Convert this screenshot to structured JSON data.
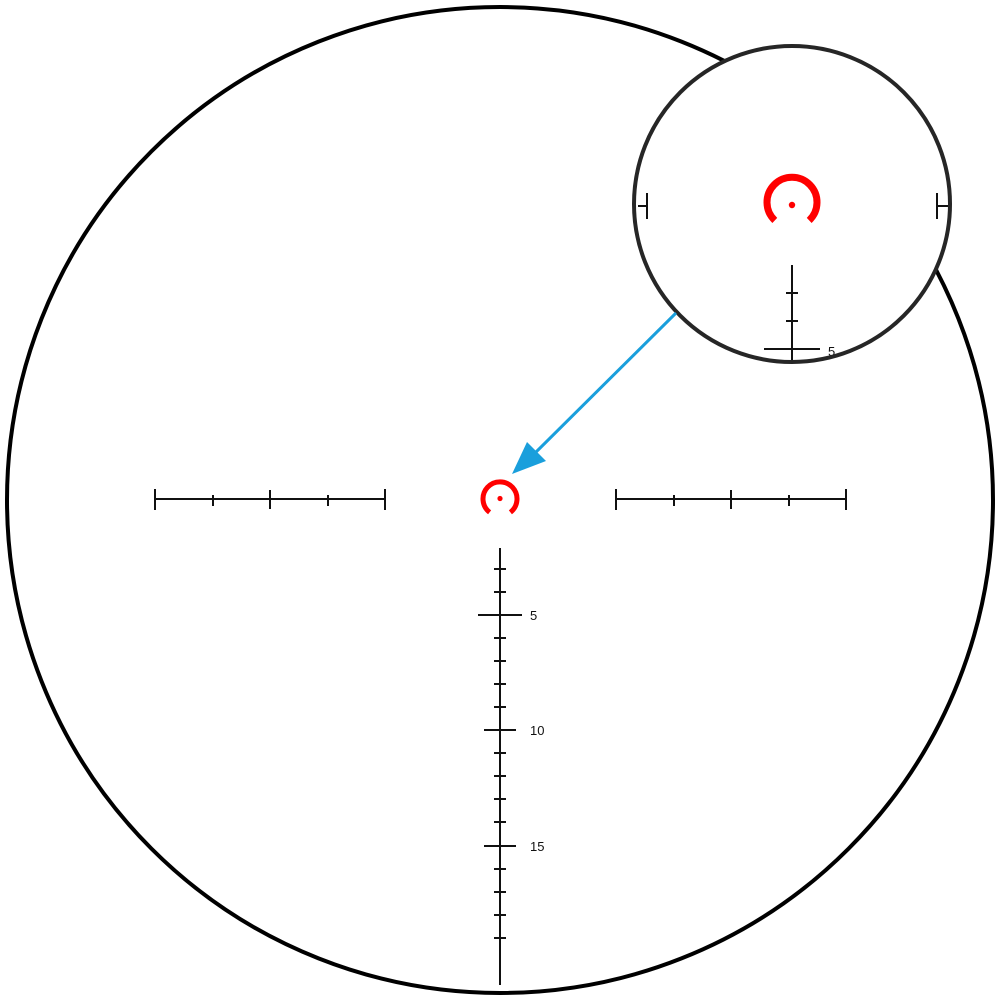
{
  "colors": {
    "outline": "#000000",
    "reticle": "#111111",
    "aim_point": "#ff0000",
    "pointer_arrow": "#1a9fdc",
    "inset_outline": "#262626",
    "background": "#ffffff"
  },
  "icons": {
    "aim_point": "circle-with-center-dot-icon",
    "pointer": "arrow-icon"
  },
  "main_reticle": {
    "stadia_labels": [
      "5",
      "10",
      "15"
    ]
  },
  "zoom_inset": {
    "stadia_label": "5"
  }
}
